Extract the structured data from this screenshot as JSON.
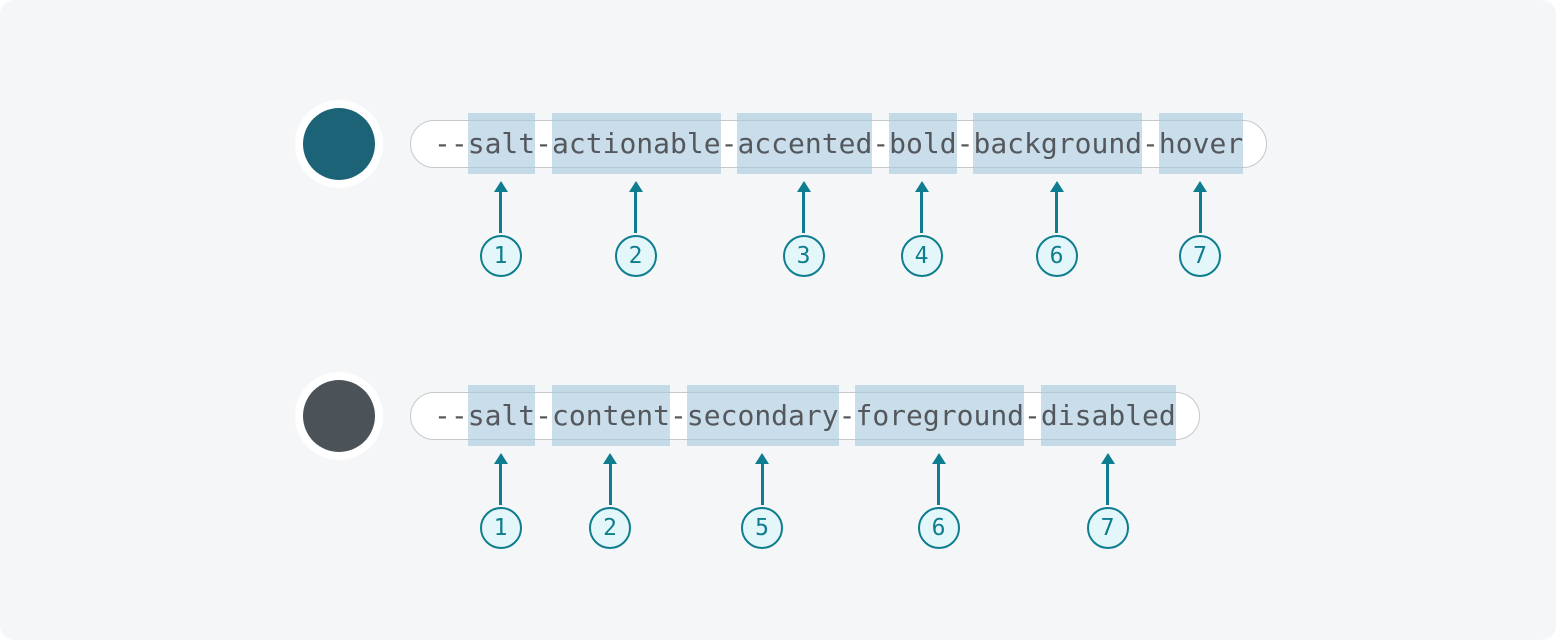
{
  "colors": {
    "page_background": "#ffffff",
    "panel_background": "#f4f6f7",
    "accent_teal": "#0e7d8f",
    "badge_fill": "#e3f6f9",
    "highlight_blue": "#cde0eb",
    "pill_border": "#c4c8ca",
    "pill_fill": "#ffffff",
    "token_text": "#54585d",
    "swatch_ring": "#ffffff",
    "teal_swatch": "#1c6377",
    "gray_swatch": "#4b5258"
  },
  "rows": [
    {
      "name": "actionable-token-example",
      "swatch": {
        "name": "teal-color-swatch",
        "color": "#1c6377"
      },
      "token": "--salt-actionable-accented-bold-background-hover",
      "parts": [
        {
          "text": "--",
          "highlight": false
        },
        {
          "text": "salt",
          "highlight": true,
          "number": "1"
        },
        {
          "text": "-",
          "highlight": false
        },
        {
          "text": "actionable",
          "highlight": true,
          "number": "2"
        },
        {
          "text": "-",
          "highlight": false
        },
        {
          "text": "accented",
          "highlight": true,
          "number": "3"
        },
        {
          "text": "-",
          "highlight": false
        },
        {
          "text": "bold",
          "highlight": true,
          "number": "4"
        },
        {
          "text": "-",
          "highlight": false
        },
        {
          "text": "background",
          "highlight": true,
          "number": "6"
        },
        {
          "text": "-",
          "highlight": false
        },
        {
          "text": "hover",
          "highlight": true,
          "number": "7"
        }
      ]
    },
    {
      "name": "content-token-example",
      "swatch": {
        "name": "gray-color-swatch",
        "color": "#4b5258"
      },
      "token": "--salt-content-secondary-foreground-disabled",
      "parts": [
        {
          "text": "--",
          "highlight": false
        },
        {
          "text": "salt",
          "highlight": true,
          "number": "1"
        },
        {
          "text": "-",
          "highlight": false
        },
        {
          "text": "content",
          "highlight": true,
          "number": "2"
        },
        {
          "text": "-",
          "highlight": false
        },
        {
          "text": "secondary",
          "highlight": true,
          "number": "5"
        },
        {
          "text": "-",
          "highlight": false
        },
        {
          "text": "foreground",
          "highlight": true,
          "number": "6"
        },
        {
          "text": "-",
          "highlight": false
        },
        {
          "text": "disabled",
          "highlight": true,
          "number": "7"
        }
      ]
    }
  ]
}
